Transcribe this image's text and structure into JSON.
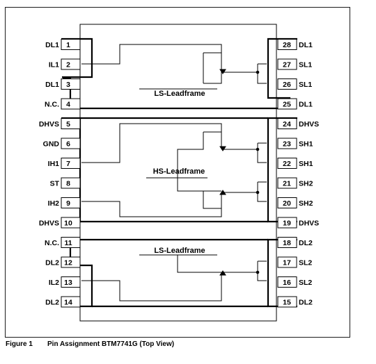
{
  "figure": {
    "number": "Figure 1",
    "caption": "Pin Assignment BTM7741G (Top View)"
  },
  "pins_left": [
    {
      "num": "1",
      "name": "DL1"
    },
    {
      "num": "2",
      "name": "IL1"
    },
    {
      "num": "3",
      "name": "DL1"
    },
    {
      "num": "4",
      "name": "N.C."
    },
    {
      "num": "5",
      "name": "DHVS"
    },
    {
      "num": "6",
      "name": "GND"
    },
    {
      "num": "7",
      "name": "IH1"
    },
    {
      "num": "8",
      "name": "ST"
    },
    {
      "num": "9",
      "name": "IH2"
    },
    {
      "num": "10",
      "name": "DHVS"
    },
    {
      "num": "11",
      "name": "N.C."
    },
    {
      "num": "12",
      "name": "DL2"
    },
    {
      "num": "13",
      "name": "IL2"
    },
    {
      "num": "14",
      "name": "DL2"
    }
  ],
  "pins_right": [
    {
      "num": "28",
      "name": "DL1"
    },
    {
      "num": "27",
      "name": "SL1"
    },
    {
      "num": "26",
      "name": "SL1"
    },
    {
      "num": "25",
      "name": "DL1"
    },
    {
      "num": "24",
      "name": "DHVS"
    },
    {
      "num": "23",
      "name": "SH1"
    },
    {
      "num": "22",
      "name": "SH1"
    },
    {
      "num": "21",
      "name": "SH2"
    },
    {
      "num": "20",
      "name": "SH2"
    },
    {
      "num": "19",
      "name": "DHVS"
    },
    {
      "num": "18",
      "name": "DL2"
    },
    {
      "num": "17",
      "name": "SL2"
    },
    {
      "num": "16",
      "name": "SL2"
    },
    {
      "num": "15",
      "name": "DL2"
    }
  ],
  "leadframes": {
    "ls_top": "LS-Leadframe",
    "hs": "HS-Leadframe",
    "ls_bottom": "LS-Leadframe"
  }
}
